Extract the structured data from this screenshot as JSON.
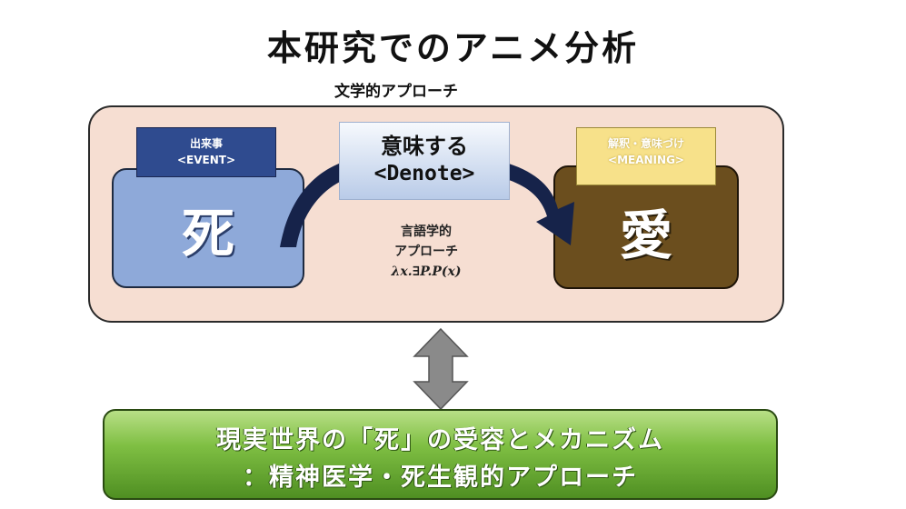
{
  "title": "本研究でのアニメ分析",
  "subtitle": "文学的アプローチ",
  "event": {
    "tag_line1": "出来事",
    "tag_line2": "<EVENT>",
    "char": "死"
  },
  "denote": {
    "line1": "意味する",
    "line2": "<Denote>"
  },
  "meaning": {
    "tag_line1": "解釈・意味づけ",
    "tag_line2": "<MEANING>",
    "char": "愛"
  },
  "linguistic": {
    "line1": "言語学的",
    "line2": "アプローチ",
    "formula": "λx.∃P.P(x)"
  },
  "bottom": {
    "line1": "現実世界の「死」の受容とメカニズム",
    "line2": "：精神医学・死生観的アプローチ"
  },
  "colors": {
    "panel_bg": "#f6ded2",
    "event_box": "#8ea9d9",
    "event_tag": "#2f4b8f",
    "meaning_box": "#6b4e1e",
    "meaning_tag": "#f7e18a",
    "arrow": "#16234a",
    "double_arrow": "#8a8a8a",
    "bottom_bar": "#6fae36"
  }
}
